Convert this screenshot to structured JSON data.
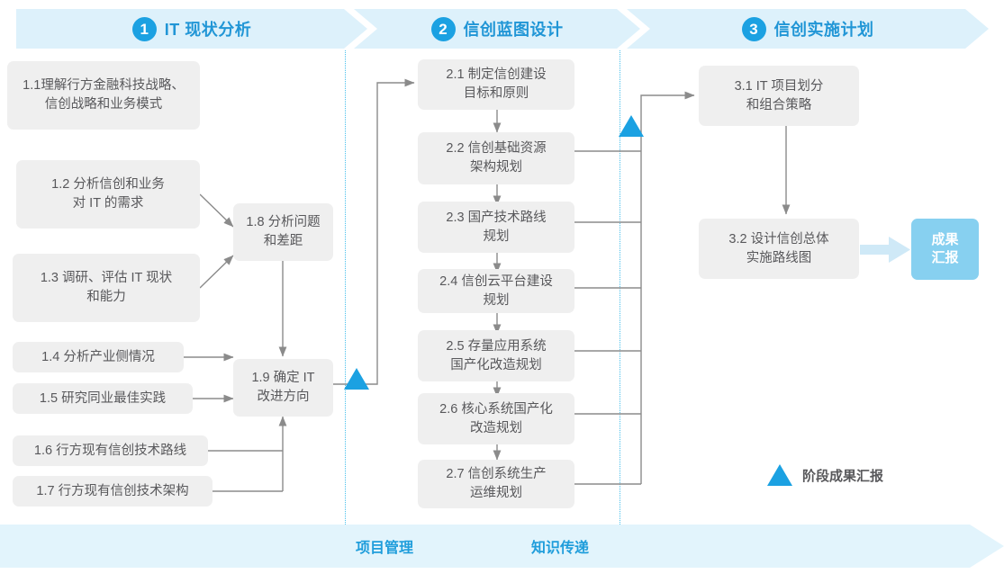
{
  "phases": [
    {
      "num": "1",
      "title": "IT 现状分析"
    },
    {
      "num": "2",
      "title": "信创蓝图设计"
    },
    {
      "num": "3",
      "title": "信创实施计划"
    }
  ],
  "nodes": {
    "n11": "1.1理解行方金融科技战略、\n信创战略和业务模式",
    "n12": "1.2 分析信创和业务\n对 IT 的需求",
    "n13": "1.3 调研、评估 IT 现状\n和能力",
    "n14": "1.4 分析产业侧情况",
    "n15": "1.5 研究同业最佳实践",
    "n16": "1.6 行方现有信创技术路线",
    "n17": "1.7 行方现有信创技术架构",
    "n18": "1.8 分析问题\n和差距",
    "n19": "1.9 确定 IT\n改进方向",
    "n21": "2.1 制定信创建设\n目标和原则",
    "n22": "2.2 信创基础资源\n架构规划",
    "n23": "2.3 国产技术路线\n规划",
    "n24": "2.4 信创云平台建设\n规划",
    "n25": "2.5 存量应用系统\n国产化改造规划",
    "n26": "2.6 核心系统国产化\n改造规划",
    "n27": "2.7 信创系统生产\n运维规划",
    "n31": "3.1 IT 项目划分\n和组合策略",
    "n32": "3.2 设计信创总体\n实施路线图"
  },
  "result_badge": "成果\n汇报",
  "legend": {
    "label": "阶段成果汇报"
  },
  "bottom": {
    "project_management": "项目管理",
    "knowledge_transfer": "知识传递"
  },
  "colors": {
    "accent": "#1ba1e2",
    "banner_bg": "#ddf1fb",
    "banner_text": "#2196d6",
    "node_bg": "#efefef",
    "node_text": "#58585b",
    "badge_bg": "#87d0f0",
    "bottom_bg": "#e2f4fc",
    "wire": "#8b8b8b",
    "divider": "#49c0ec"
  }
}
